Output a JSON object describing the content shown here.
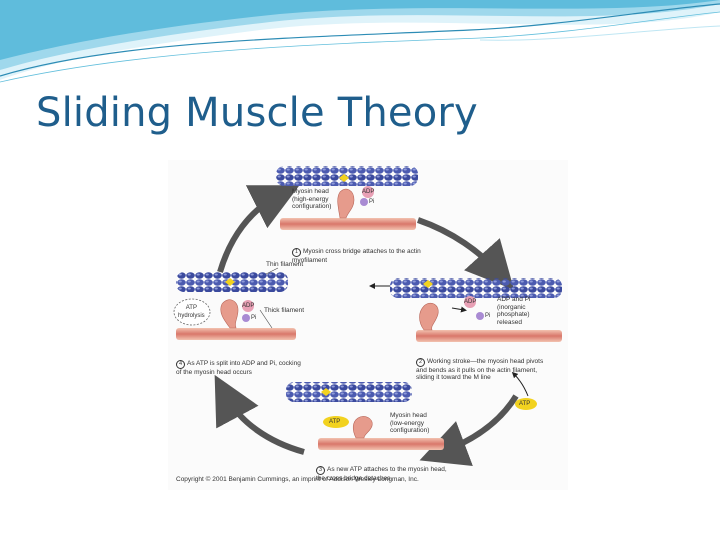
{
  "slide": {
    "title": "Sliding Muscle Theory"
  },
  "figure": {
    "labels": {
      "myosin_head_high": "Myosin head\n(high-energy\nconfiguration)",
      "thin_filament": "Thin filament",
      "thick_filament": "Thick filament",
      "atp_hydrolysis": "ATP\nhydrolysis",
      "adp_pi_released": "ADP and Pi\n(inorganic\nphosphate)\nreleased",
      "myosin_head_low": "Myosin head\n(low-energy\nconfiguration)"
    },
    "molecules": {
      "adp": "ADP",
      "pi": "Pi",
      "atp": "ATP"
    },
    "steps": [
      {
        "num": "1",
        "text": "Myosin cross bridge attaches to the actin\nmyofilament"
      },
      {
        "num": "2",
        "text": "Working stroke—the myosin head pivots\nand bends as it pulls on the actin filament,\nsliding it toward the M line"
      },
      {
        "num": "3",
        "text": "As new ATP attaches to the myosin head,\nthe cross bridge detaches"
      },
      {
        "num": "4",
        "text": "As ATP is split into ADP and Pi, cocking\nof the myosin head occurs"
      }
    ],
    "copyright": "Copyright © 2001 Benjamin Cummings, an imprint of Addison Wesley Longman, Inc."
  },
  "colors": {
    "title": "#1f5e8c",
    "swoosh_light": "#bfe6f3",
    "swoosh_mid": "#63bfdc",
    "swoosh_dark": "#2d8cb5",
    "actin_bead": "#3b4a9e",
    "actin_bead_light": "#6f7ccc",
    "thick_filament": "#d9776a",
    "thick_filament_light": "#f2c2b0",
    "myosin_head": "#e69b8c",
    "adp": "#e8a0b5",
    "pi": "#a98bd3",
    "atp": "#f2d21f",
    "cycle_arrow": "#555555"
  }
}
